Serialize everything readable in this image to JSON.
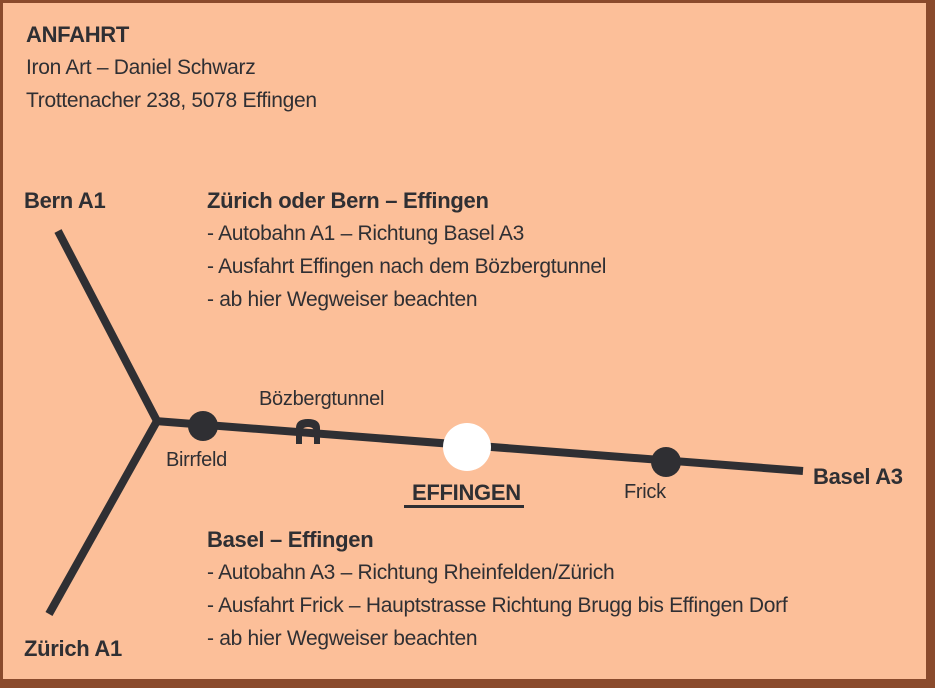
{
  "header": {
    "title": "ANFAHRT",
    "name": "Iron Art – Daniel Schwarz",
    "address": "Trottenacher 238, 5078 Effingen"
  },
  "route_north": {
    "title": "Zürich oder Bern – Effingen",
    "steps": [
      "- Autobahn A1 – Richtung Basel A3",
      "- Ausfahrt Effingen nach dem Bözbergtunnel",
      "- ab hier Wegweiser beachten"
    ]
  },
  "route_west": {
    "title": "Basel – Effingen",
    "steps": [
      "- Autobahn A3 – Richtung Rheinfelden/Zürich",
      "- Ausfahrt Frick – Hauptstrasse Richtung Brugg bis Effingen Dorf",
      "- ab hier Wegweiser beachten"
    ]
  },
  "map": {
    "bern": "Bern A1",
    "zurich": "Zürich A1",
    "basel": "Basel A3",
    "birrfeld": "Birrfeld",
    "tunnel": "Bözbergtunnel",
    "effingen": "EFFINGEN",
    "frick": "Frick"
  },
  "colors": {
    "background": "#fcbf99",
    "border": "#8a4a2c",
    "road": "#2f2f33",
    "destination": "#ffffff"
  }
}
